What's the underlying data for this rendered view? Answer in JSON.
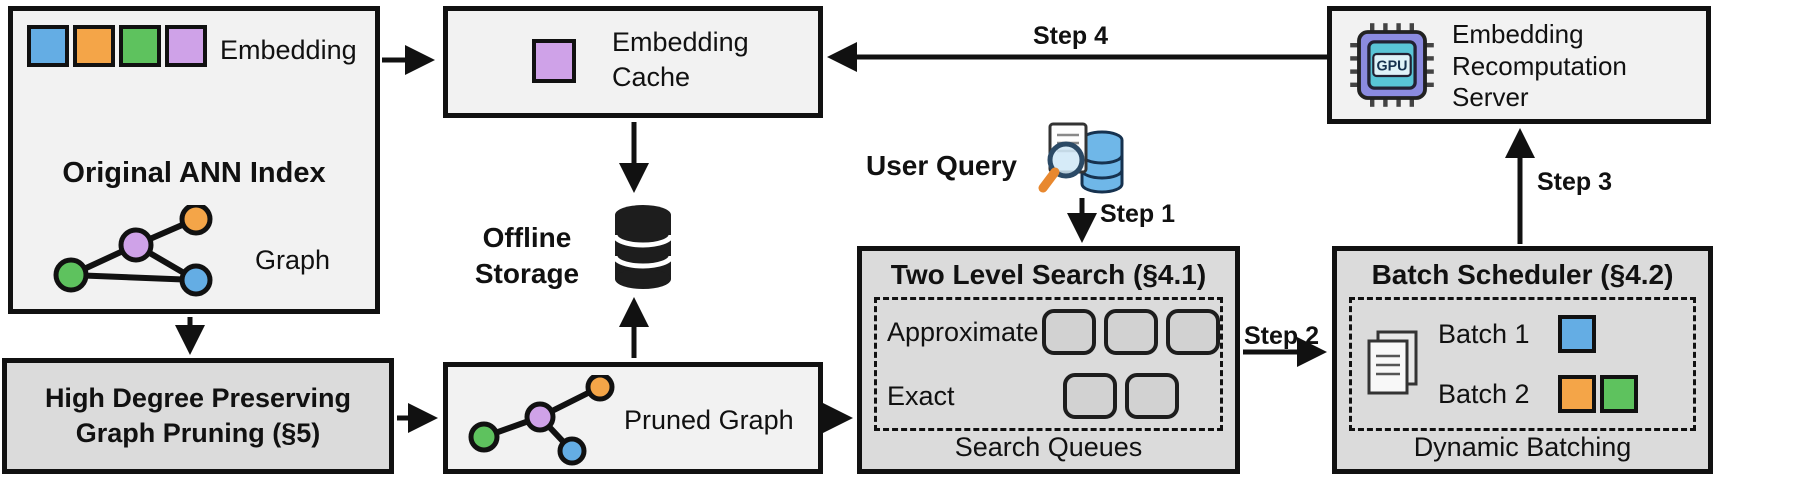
{
  "colors": {
    "blue": "#64ade4",
    "orange": "#f4a548",
    "green": "#5ec25e",
    "purple": "#cfa2e8",
    "box_light": "#f2f2f2",
    "box_gray": "#dbdbdb",
    "border": "#111111",
    "storage_dark": "#1d1d1d"
  },
  "icons": {
    "offline_storage": "database-cylinder-icon",
    "user_query": "magnifier-document-database-icon",
    "recompute_server": "gpu-chip-icon",
    "batch_scheduler": "stacked-documents-icon"
  },
  "original_index": {
    "embedding_label": "Embedding",
    "title": "Original ANN Index",
    "graph_label": "Graph"
  },
  "pruning": {
    "line1": "High Degree Preserving",
    "line2": "Graph Pruning (§5)"
  },
  "embedding_cache": {
    "line1": "Embedding",
    "line2": "Cache"
  },
  "offline_storage": {
    "line1": "Offline",
    "line2": "Storage"
  },
  "pruned_graph": {
    "label": "Pruned Graph"
  },
  "user_query": {
    "label": "User Query"
  },
  "steps": {
    "s1": "Step 1",
    "s2": "Step 2",
    "s3": "Step 3",
    "s4": "Step 4"
  },
  "two_level_search": {
    "title": "Two Level Search (§4.1)",
    "approximate": "Approximate",
    "exact": "Exact",
    "footer": "Search Queues",
    "approximate_slots": 3,
    "exact_slots": 2
  },
  "batch_scheduler": {
    "title": "Batch Scheduler (§4.2)",
    "batch1": "Batch 1",
    "batch2": "Batch 2",
    "footer": "Dynamic Batching"
  },
  "recompute_server": {
    "line1": "Embedding",
    "line2": "Recomputation",
    "line3": "Server",
    "gpu_label": "GPU"
  }
}
